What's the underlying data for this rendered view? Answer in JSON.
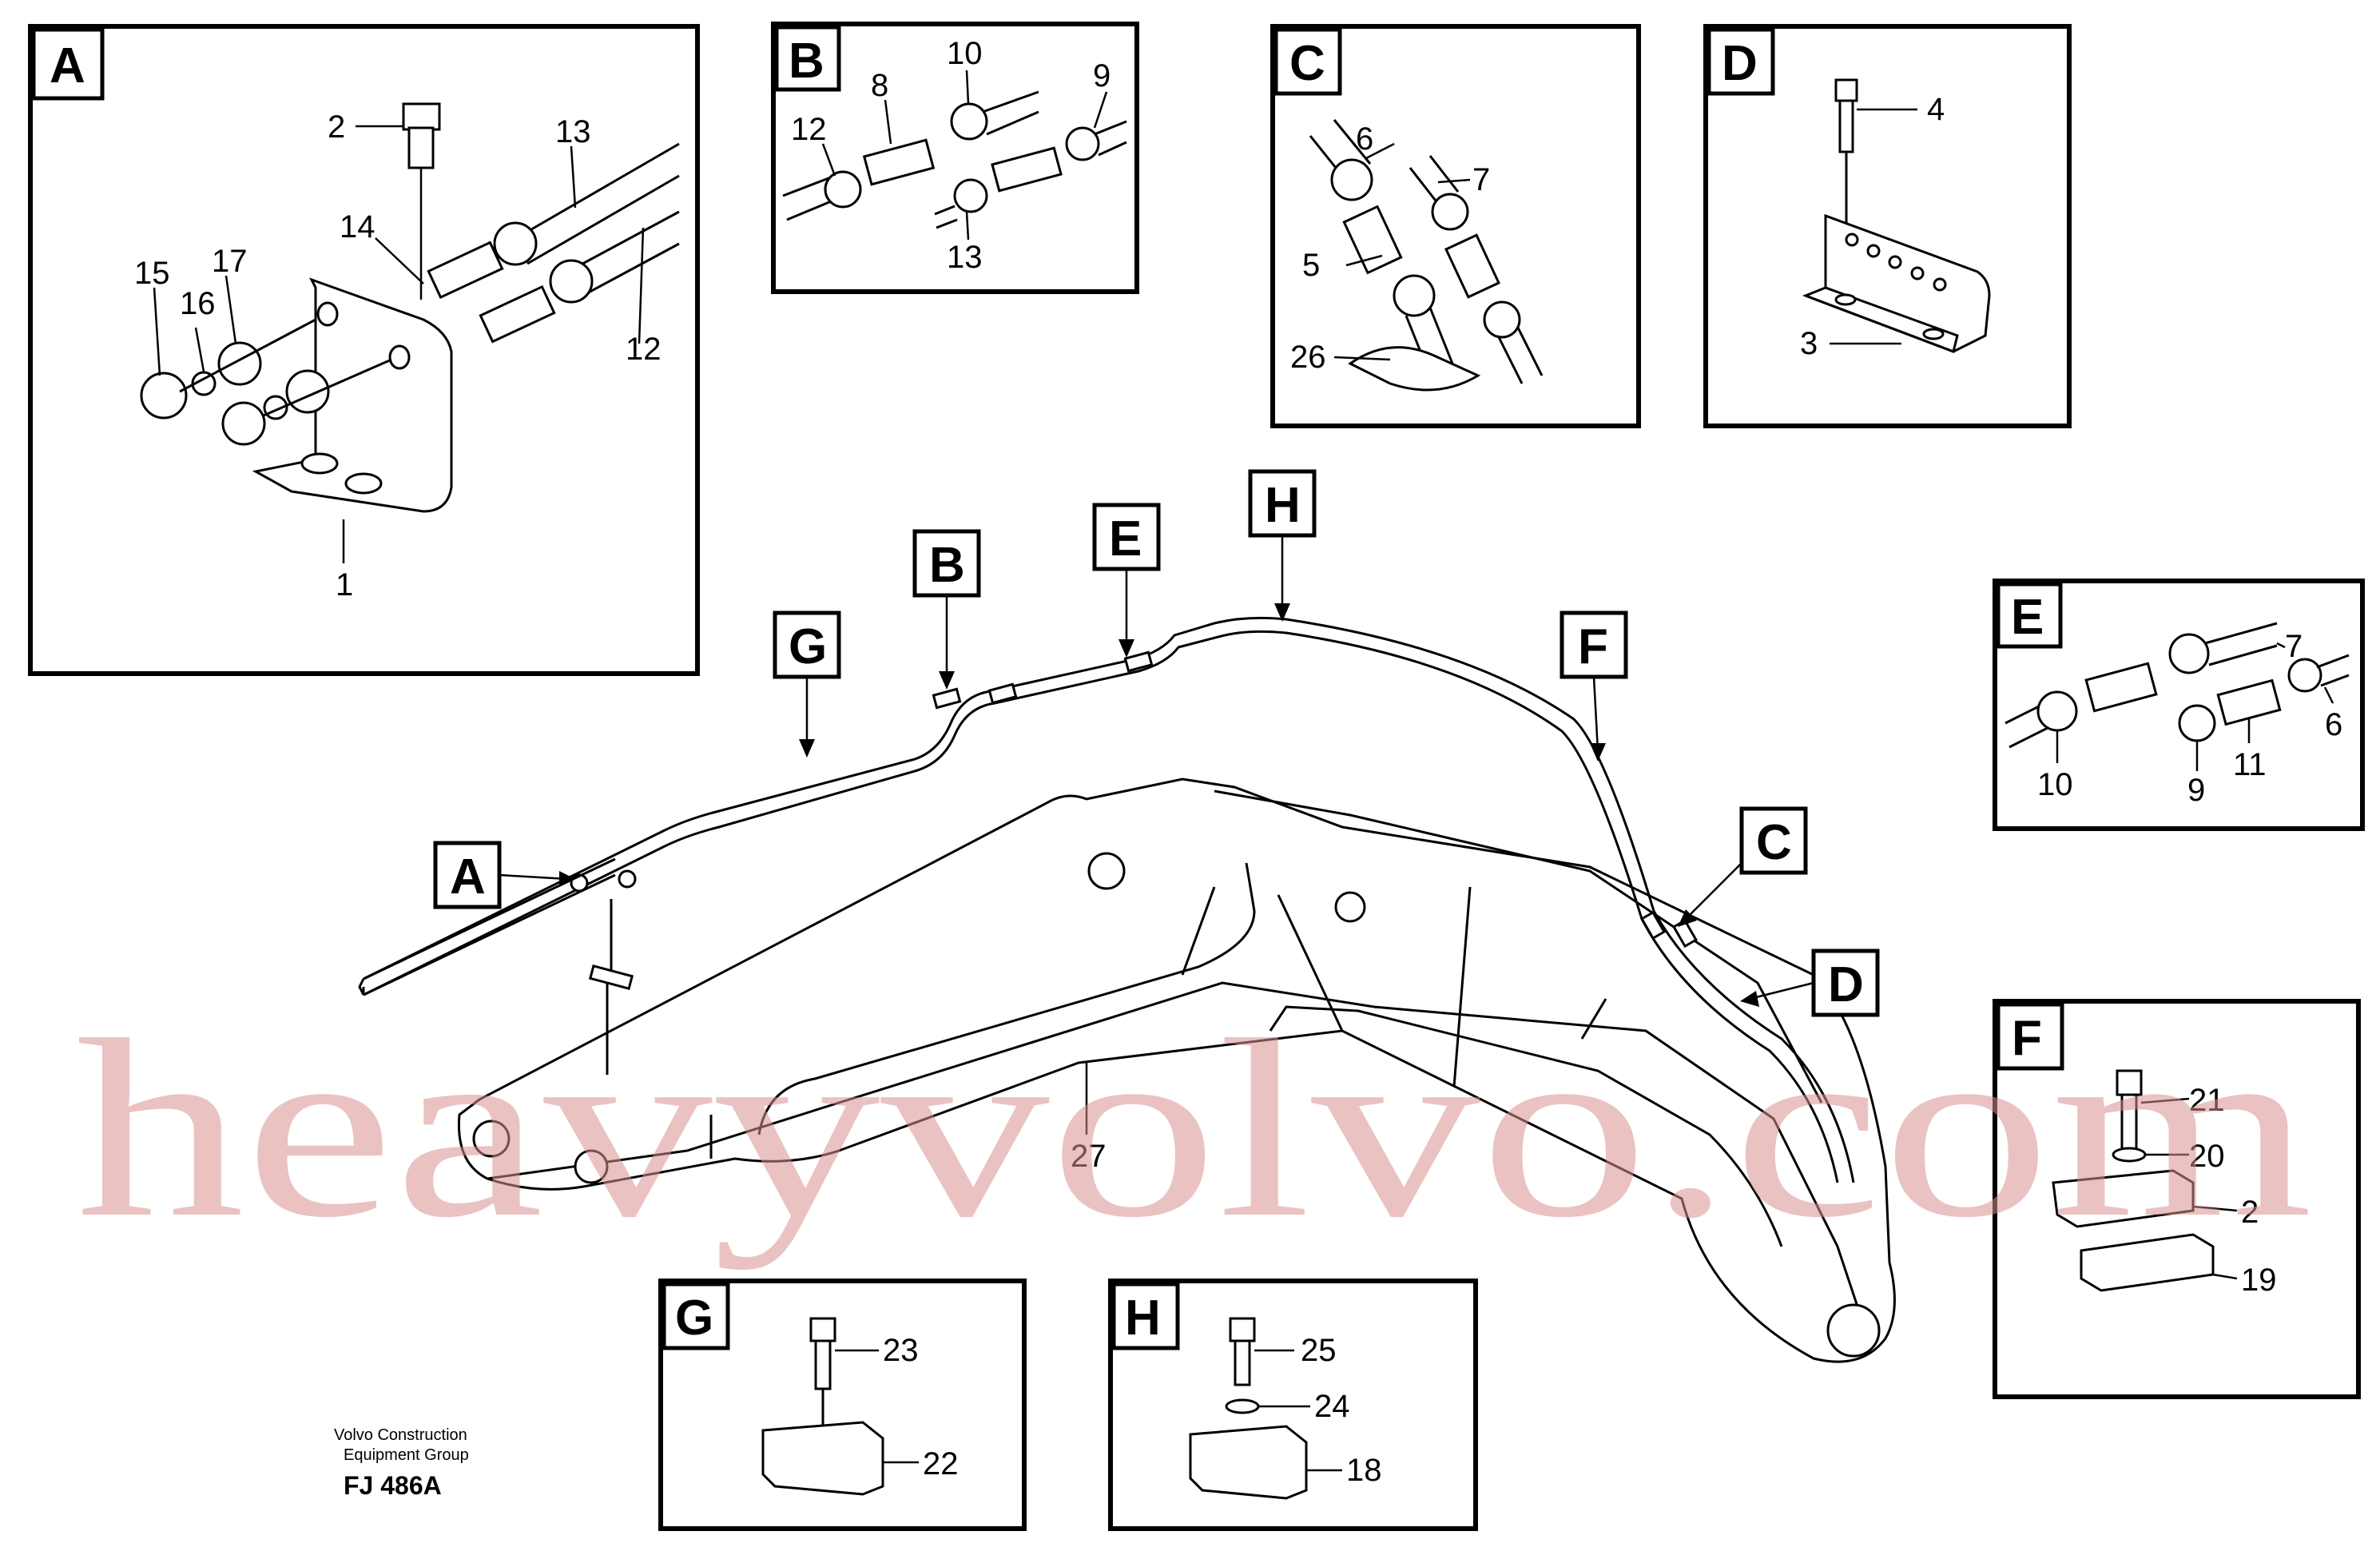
{
  "watermark": "heavyvolvo.com",
  "footer": {
    "company_line1": "Volvo Construction",
    "company_line2": "Equipment Group",
    "drawing_code": "FJ 486A"
  },
  "callouts": {
    "A": "A",
    "B": "B",
    "C": "C",
    "D": "D",
    "E": "E",
    "F": "F",
    "G": "G",
    "H": "H"
  },
  "detail_A": {
    "letter": "A",
    "parts": [
      "1",
      "2",
      "12",
      "13",
      "14",
      "15",
      "16",
      "17"
    ]
  },
  "detail_B": {
    "letter": "B",
    "parts": [
      "8",
      "9",
      "10",
      "12",
      "13"
    ]
  },
  "detail_C": {
    "letter": "C",
    "parts": [
      "5",
      "6",
      "7",
      "26"
    ]
  },
  "detail_D": {
    "letter": "D",
    "parts": [
      "3",
      "4"
    ]
  },
  "detail_E": {
    "letter": "E",
    "parts": [
      "6",
      "7",
      "9",
      "10",
      "11"
    ]
  },
  "detail_F": {
    "letter": "F",
    "parts": [
      "19",
      "21",
      "20",
      "2"
    ]
  },
  "detail_G": {
    "letter": "G",
    "parts": [
      "22",
      "23"
    ]
  },
  "detail_H": {
    "letter": "H",
    "parts": [
      "18",
      "24",
      "25"
    ]
  },
  "main_part": "27"
}
